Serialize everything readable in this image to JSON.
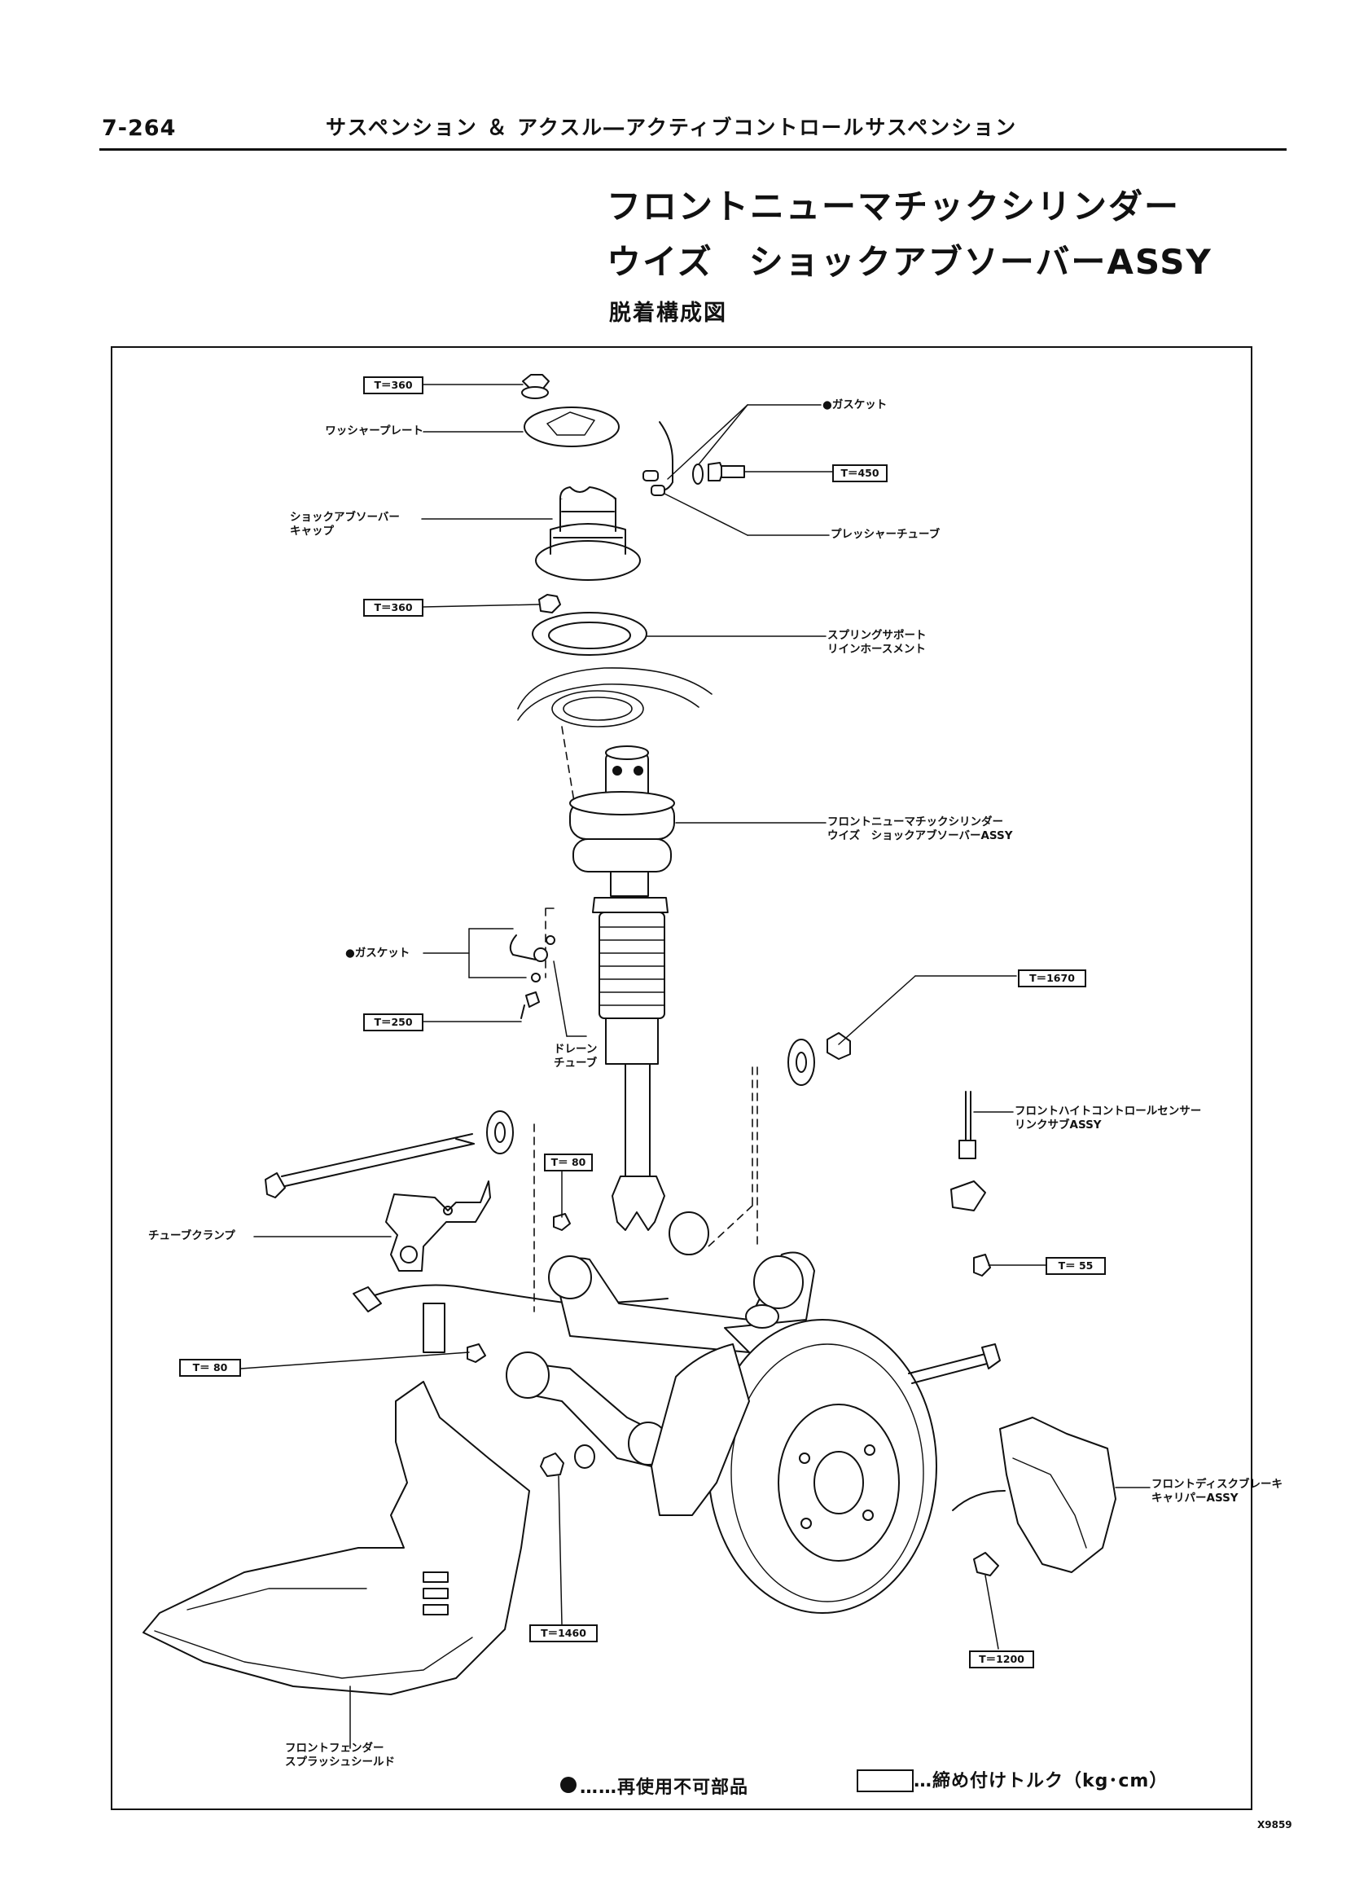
{
  "header": {
    "page_number": "7-264",
    "section": "サスペンション ＆ アクスル―アクティブコントロールサスペンション"
  },
  "title": {
    "line1": "フロントニューマチックシリンダー",
    "line2": "ウイズ　ショックアブソーバーASSY",
    "subtitle": "脱着構成図"
  },
  "parts": {
    "washer_plate": "ワッシャープレート",
    "gasket_top": "●ガスケット",
    "pressure_tube": "プレッシャーチューブ",
    "shock_cap_1": "ショックアブソーバー",
    "shock_cap_2": "キャップ",
    "spring_support_1": "スプリングサポート",
    "spring_support_2": "リインホースメント",
    "cylinder_1": "フロントニューマチックシリンダー",
    "cylinder_2": "ウイズ　ショックアブソーバーASSY",
    "gasket_mid": "●ガスケット",
    "drain_tube_1": "ドレーン",
    "drain_tube_2": "チューブ",
    "height_sensor_1": "フロントハイトコントロールセンサー",
    "height_sensor_2": "リンクサブASSY",
    "tube_clamp": "チューブクランプ",
    "caliper_1": "フロントディスクブレーキ",
    "caliper_2": "キャリパーASSY",
    "splash_shield_1": "フロントフェンダー",
    "splash_shield_2": "スプラッシュシールド"
  },
  "torques": {
    "t360_top": "T＝360",
    "t450": "T＝450",
    "t360_mid": "T＝360",
    "t250": "T＝250",
    "t1670": "T＝1670",
    "t80_a": "T＝ 80",
    "t55": "T＝ 55",
    "t80_b": "T＝ 80",
    "t1460": "T＝1460",
    "t1200": "T＝1200"
  },
  "legend": {
    "non_reusable": "……再使用不可部品",
    "torque": "…締め付けトルク（kg･cm）"
  },
  "figure_code": "X9859"
}
